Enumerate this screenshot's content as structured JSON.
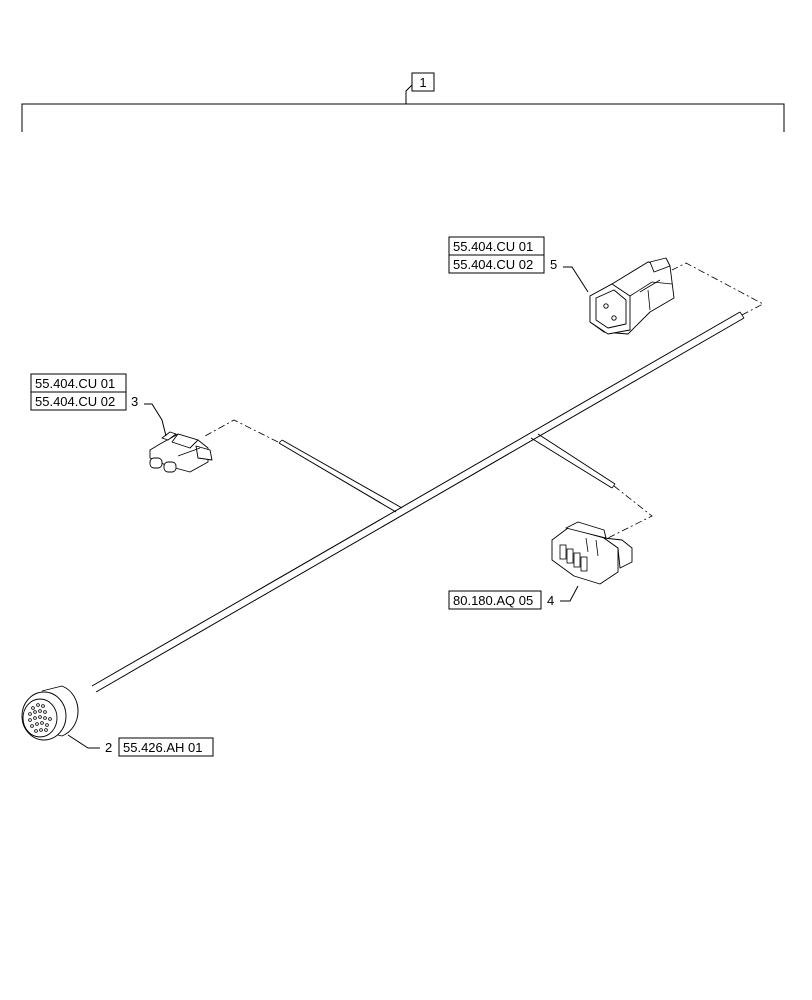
{
  "assembly": {
    "item_number": "1"
  },
  "callouts": [
    {
      "item": "2",
      "references": [
        "55.426.AH 01"
      ],
      "part": "round-connector"
    },
    {
      "item": "3",
      "references": [
        "55.404.CU 01",
        "55.404.CU 02"
      ],
      "part": "two-pin-connector"
    },
    {
      "item": "4",
      "references": [
        "80.180.AQ 05"
      ],
      "part": "multi-pin-connector"
    },
    {
      "item": "5",
      "references": [
        "55.404.CU 01",
        "55.404.CU 02"
      ],
      "part": "sealed-connector"
    }
  ]
}
